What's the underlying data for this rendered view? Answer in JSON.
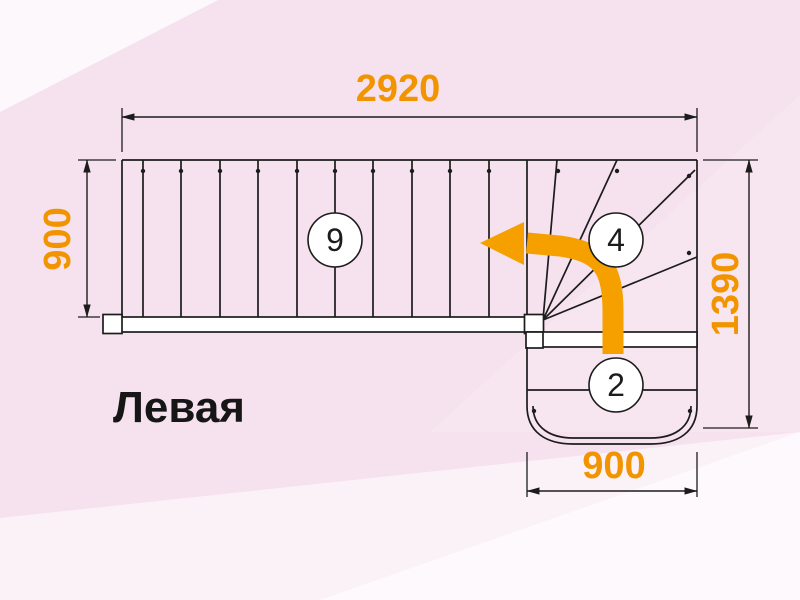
{
  "diagram": {
    "type_label": "Левая",
    "dimensions": {
      "total_run": "2920",
      "flight_width": "900",
      "right_height": "1390",
      "bottom_width": "900"
    },
    "step_counts": {
      "main_flight": "9",
      "winder": "4",
      "bottom_flight": "2"
    },
    "colors": {
      "dimension_text": "#F29400",
      "direction_arrow": "#F6A000",
      "outline": "#1C1C1C"
    }
  }
}
